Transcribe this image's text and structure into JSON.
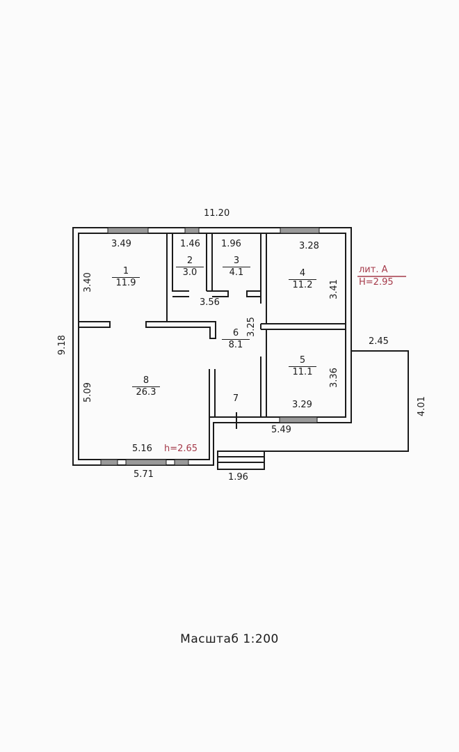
{
  "dims": {
    "overall_width": "11.20",
    "overall_height": "9.18",
    "room1_width": "3.49",
    "room1_height": "3.40",
    "room2_width": "1.46",
    "room3_width": "1.96",
    "room4_width": "3.28",
    "room4_height": "3.41",
    "corridor_width": "3.56",
    "hall_height": "3.25",
    "room5_height": "3.36",
    "room5_width": "3.29",
    "room8_height": "5.09",
    "room8_width": "5.16",
    "bottom_width": "5.71",
    "porch_width": "1.96",
    "annex_wall": "5.49",
    "annex_width": "2.45",
    "annex_height": "4.01"
  },
  "rooms": [
    {
      "num": "1",
      "area": "11.9"
    },
    {
      "num": "2",
      "area": "3.0"
    },
    {
      "num": "3",
      "area": "4.1"
    },
    {
      "num": "4",
      "area": "11.2"
    },
    {
      "num": "5",
      "area": "11.1"
    },
    {
      "num": "6",
      "area": "8.1"
    },
    {
      "num": "7",
      "area": ""
    },
    {
      "num": "8",
      "area": "26.3"
    }
  ],
  "annotations": {
    "lit_label": "лит. А",
    "height_main": "Н=2.95",
    "height_low": "h=2.65",
    "accent_color": "#a53a4a"
  },
  "footer": {
    "scale": "Масштаб 1:200"
  }
}
